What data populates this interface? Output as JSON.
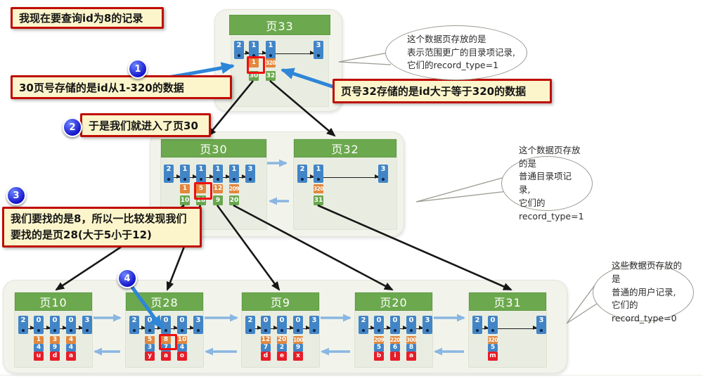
{
  "annotations": {
    "query": "我现在要查询id为8的记录",
    "step1": "30页号存储的是id从1-320的数据",
    "step2": "于是我们就进入了页30",
    "step2b": "页号32存储的是id大于等于320的数据",
    "step3_line1": "我们要找的是8，所以一比较发现我们",
    "step3_line2": "要找的是页28(大于5小于12)",
    "badges": [
      "1",
      "2",
      "3",
      "4"
    ]
  },
  "bubbles": [
    {
      "lines": [
        "这个数据页存放的是",
        "表示范围更广的目录项记录,",
        "它们的record_type=1"
      ]
    },
    {
      "lines": [
        "这个数据页存放的是",
        "普通目录项记录,",
        "它们的record_type=1"
      ]
    },
    {
      "lines": [
        "这些数据页存放的是",
        "普通的用户记录,",
        "它们的record_type=0"
      ]
    }
  ],
  "pages": {
    "p33": {
      "title": "页33",
      "infimum": "2",
      "supremum": "3",
      "records": [
        {
          "type": "1",
          "key": "1",
          "page": "30",
          "highlight": true
        },
        {
          "type": "1",
          "key": "320",
          "page": "32"
        }
      ]
    },
    "p30": {
      "title": "页30",
      "infimum": "2",
      "supremum": "3",
      "records": [
        {
          "type": "1",
          "key": "1",
          "page": "10"
        },
        {
          "type": "1",
          "key": "5",
          "page": "28",
          "highlight": true
        },
        {
          "type": "1",
          "key": "12",
          "page": "9"
        },
        {
          "type": "1",
          "key": "209",
          "page": "20"
        }
      ]
    },
    "p32": {
      "title": "页32",
      "infimum": "2",
      "supremum": "3",
      "records": [
        {
          "type": "1",
          "key": "320",
          "page": "31"
        }
      ]
    },
    "p10": {
      "title": "页10",
      "infimum": "2",
      "supremum": "3",
      "records": [
        {
          "type": "0",
          "id": "1",
          "c2": "4",
          "c3": "u"
        },
        {
          "type": "0",
          "id": "3",
          "c2": "9",
          "c3": "d"
        },
        {
          "type": "0",
          "id": "4",
          "c2": "4",
          "c3": "a"
        }
      ]
    },
    "p28": {
      "title": "页28",
      "infimum": "2",
      "supremum": "3",
      "records": [
        {
          "type": "0",
          "id": "5",
          "c2": "3",
          "c3": "y"
        },
        {
          "type": "0",
          "id": "8",
          "c2": "7",
          "c3": "a",
          "highlight": true
        },
        {
          "type": "0",
          "id": "10",
          "c2": "4",
          "c3": "o"
        }
      ]
    },
    "p9": {
      "title": "页9",
      "infimum": "2",
      "supremum": "3",
      "records": [
        {
          "type": "0",
          "id": "12",
          "c2": "7",
          "c3": "d"
        },
        {
          "type": "0",
          "id": "20",
          "c2": "2",
          "c3": "e"
        },
        {
          "type": "0",
          "id": "100",
          "c2": "9",
          "c3": "x"
        }
      ]
    },
    "p20": {
      "title": "页20",
      "infimum": "2",
      "supremum": "3",
      "records": [
        {
          "type": "0",
          "id": "209",
          "c2": "5",
          "c3": "b"
        },
        {
          "type": "0",
          "id": "220",
          "c2": "6",
          "c3": "i"
        },
        {
          "type": "0",
          "id": "300",
          "c2": "8",
          "c3": "a"
        }
      ]
    },
    "p31": {
      "title": "页31",
      "infimum": "2",
      "supremum": "3",
      "records": [
        {
          "type": "0",
          "id": "320",
          "c2": "5",
          "c3": "m"
        }
      ]
    }
  },
  "colors": {
    "header_green": "#6ca94e",
    "cell_blue": "#4285c7",
    "cell_orange": "#e2873d",
    "cell_green": "#69a74e",
    "cell_red": "#e51d29",
    "highlight_red": "#ef1010",
    "note_bg": "#fcf5cb",
    "note_border": "#c00d04",
    "pointer_blue": "#2e86d8",
    "list_link_blue": "#8ab6e2"
  }
}
